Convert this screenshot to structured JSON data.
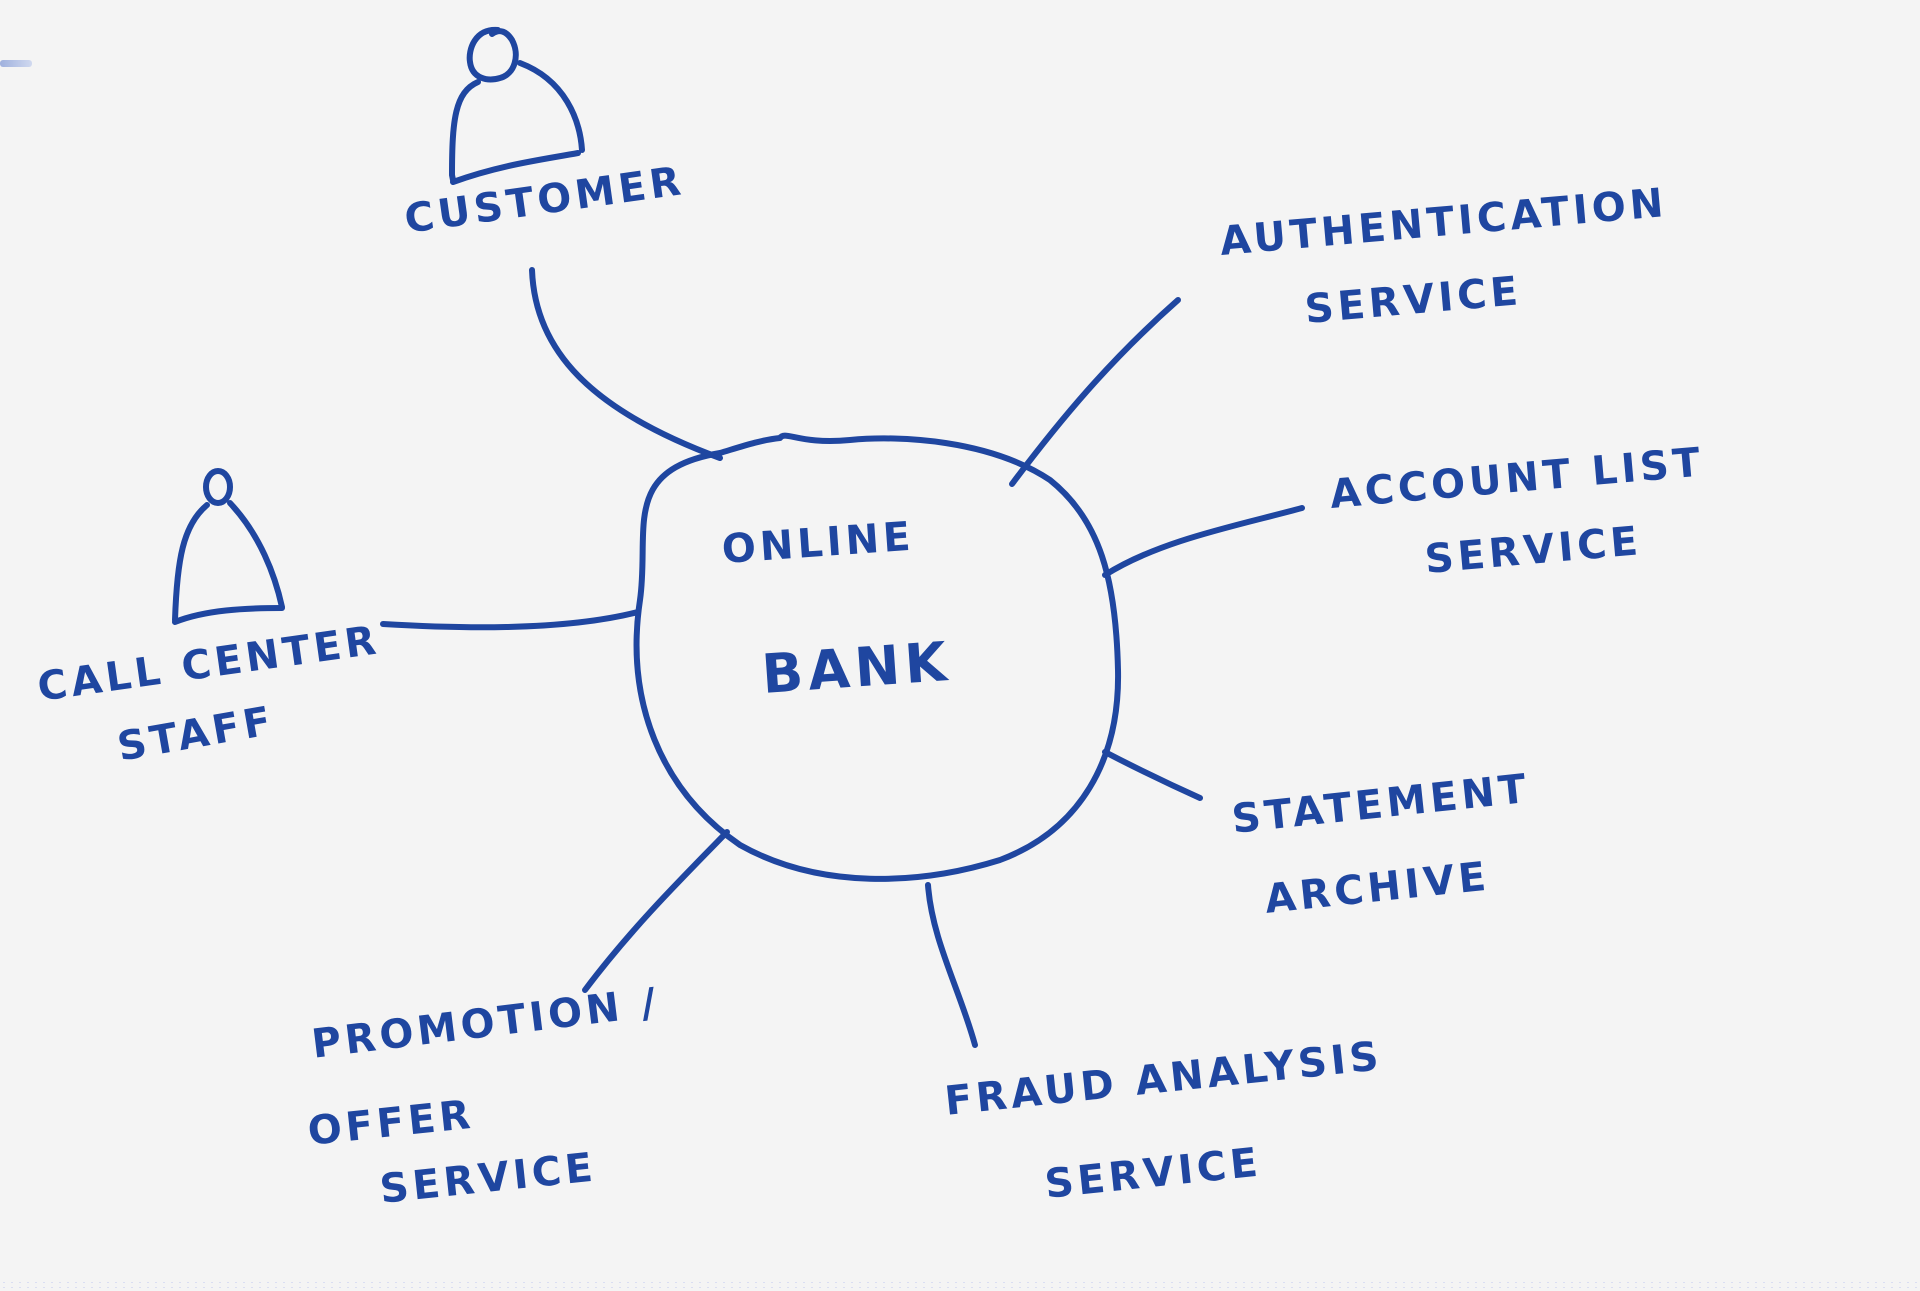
{
  "diagram": {
    "type": "context-diagram-sketch",
    "stroke_color": "#1f46a0",
    "background_color": "#f4f4f4",
    "center": {
      "line1": "ONLINE",
      "line2": "BANK"
    },
    "actors": [
      {
        "id": "customer",
        "label": "CUSTOMER",
        "icon": "person-icon"
      },
      {
        "id": "call-center-staff",
        "label_line1": "CALL CENTER",
        "label_line2": "STAFF",
        "icon": "person-icon"
      }
    ],
    "services": [
      {
        "id": "authentication",
        "line1": "AUTHENTICATION",
        "line2": "SERVICE"
      },
      {
        "id": "account-list",
        "line1": "ACCOUNT LIST",
        "line2": "SERVICE"
      },
      {
        "id": "statement-archive",
        "line1": "STATEMENT",
        "line2": "ARCHIVE"
      },
      {
        "id": "fraud-analysis",
        "line1": "FRAUD ANALYSIS",
        "line2": "SERVICE"
      },
      {
        "id": "promotion-offer",
        "line1": "PROMOTION /",
        "line2": "OFFER",
        "line3": "SERVICE"
      }
    ],
    "connections": [
      {
        "from": "ONLINE BANK",
        "to": "CUSTOMER"
      },
      {
        "from": "ONLINE BANK",
        "to": "CALL CENTER STAFF"
      },
      {
        "from": "ONLINE BANK",
        "to": "AUTHENTICATION SERVICE"
      },
      {
        "from": "ONLINE BANK",
        "to": "ACCOUNT LIST SERVICE"
      },
      {
        "from": "ONLINE BANK",
        "to": "STATEMENT ARCHIVE"
      },
      {
        "from": "ONLINE BANK",
        "to": "FRAUD ANALYSIS SERVICE"
      },
      {
        "from": "ONLINE BANK",
        "to": "PROMOTION / OFFER SERVICE"
      }
    ]
  }
}
